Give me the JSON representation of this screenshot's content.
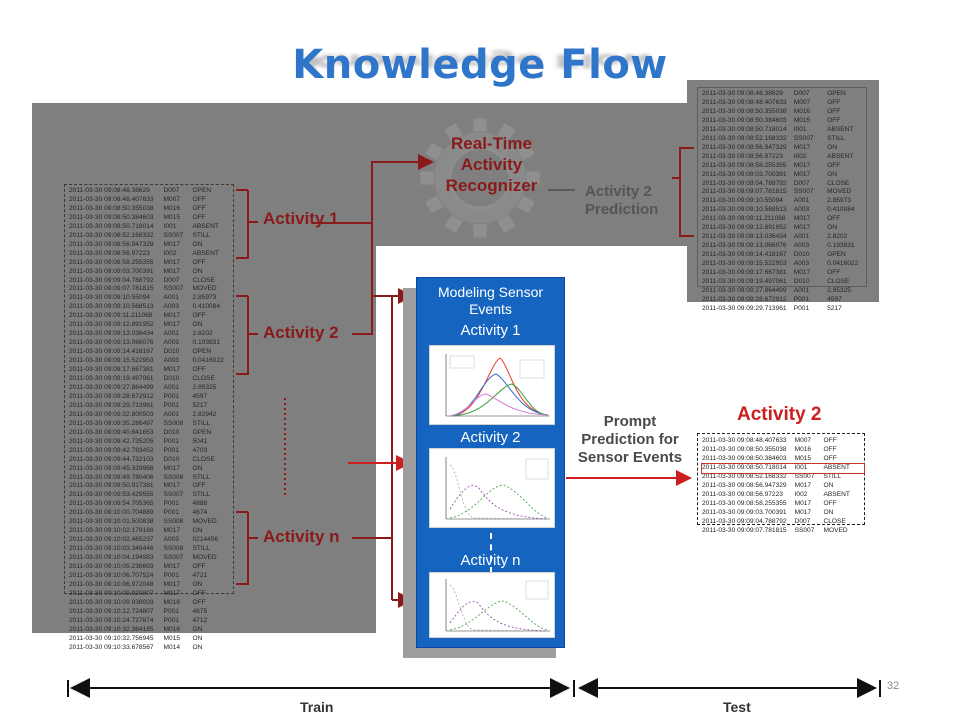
{
  "slide": {
    "title": "Knowledge Flow",
    "page_number": "32"
  },
  "recognizer": {
    "title": "Real-Time Activity Recognizer",
    "lines": [
      "Real-Time",
      "Activity",
      "Recognizer"
    ],
    "prediction_lines": [
      "Activity 2",
      "Prediction"
    ]
  },
  "activities": {
    "a1": "Activity 1",
    "a2": "Activity 2",
    "an": "Activity n"
  },
  "model_panel": {
    "title_lines": [
      "Modeling Sensor",
      "Events"
    ],
    "a1": "Activity 1",
    "a2": "Activity 2",
    "an": "Activity n"
  },
  "prompt": {
    "lines": [
      "Prompt",
      "Prediction for",
      "Sensor Events"
    ]
  },
  "test_result": {
    "label": "Activity 2"
  },
  "timeline": {
    "train": "Train",
    "test": "Test"
  },
  "train_log": [
    [
      "2011-03-30 09:08:48.38629",
      "D007",
      "OPEN"
    ],
    [
      "2011-03-30 09:08:48.407633",
      "M007",
      "OFF"
    ],
    [
      "2011-03-30 09:08:50.355038",
      "M016",
      "OFF"
    ],
    [
      "2011-03-30 09:08:50.384603",
      "M015",
      "OFF"
    ],
    [
      "2011-03-30 09:08:50.718014",
      "I001",
      "ABSENT"
    ],
    [
      "2011-03-30 09:08:52.168332",
      "SS007",
      "STILL"
    ],
    [
      "2011-03-30 09:08:56.947329",
      "M017",
      "ON"
    ],
    [
      "2011-03-30 09:08:56.97223",
      "I002",
      "ABSENT"
    ],
    [
      "2011-03-30 09:08:58.255355",
      "M017",
      "OFF"
    ],
    [
      "2011-03-30 09:09:03.700391",
      "M017",
      "ON"
    ],
    [
      "2011-03-30 09:09:04.788792",
      "D007",
      "CLOSE"
    ],
    [
      "2011-03-30 09:09:07.781815",
      "SS007",
      "MOVED"
    ],
    [
      "2011-03-30 09:09:10.55094",
      "A001",
      "2.85973"
    ],
    [
      "2011-03-30 09:09:10.568513",
      "A003",
      "0.410084"
    ],
    [
      "2011-03-30 09:09:11.211068",
      "M017",
      "OFF"
    ],
    [
      "2011-03-30 09:09:12.891952",
      "M017",
      "ON"
    ],
    [
      "2011-03-30 09:09:13.036434",
      "A001",
      "2.8202"
    ],
    [
      "2011-03-30 09:09:13.066076",
      "A003",
      "0.193831"
    ],
    [
      "2011-03-30 09:09:14.418167",
      "D010",
      "OPEN"
    ],
    [
      "2011-03-30 09:09:15.522953",
      "A003",
      "0.0416022"
    ],
    [
      "2011-03-30 09:09:17.667381",
      "M017",
      "OFF"
    ],
    [
      "2011-03-30 09:09:19.497061",
      "D010",
      "CLOSE"
    ],
    [
      "2011-03-30 09:09:27.864499",
      "A001",
      "2.85325"
    ],
    [
      "2011-03-30 09:09:28.672912",
      "P001",
      "4597"
    ],
    [
      "2011-03-30 09:09:29.713961",
      "P001",
      "5217"
    ],
    [
      "2011-03-30 09:09:32.800503",
      "A001",
      "2.82942"
    ],
    [
      "2011-03-30 09:09:35.286497",
      "SS008",
      "STILL"
    ],
    [
      "2011-03-30 09:09:40.641653",
      "D010",
      "OPEN"
    ],
    [
      "2011-03-30 09:09:42.735205",
      "P001",
      "5041"
    ],
    [
      "2011-03-30 09:09:42.783452",
      "P001",
      "4703"
    ],
    [
      "2011-03-30 09:09:44.732103",
      "D010",
      "CLOSE"
    ],
    [
      "2011-03-30 09:09:45.339968",
      "M017",
      "ON"
    ],
    [
      "2011-03-30 09:09:49.780406",
      "SS008",
      "STILL"
    ],
    [
      "2011-03-30 09:09:50.917381",
      "M017",
      "OFF"
    ],
    [
      "2011-03-30 09:09:53.429555",
      "SS007",
      "STILL"
    ],
    [
      "2011-03-30 09:09:54.705365",
      "P001",
      "4888"
    ],
    [
      "2011-03-30 09:10:00.704889",
      "P001",
      "4674"
    ],
    [
      "2011-03-30 09:10:01.500838",
      "SS008",
      "MOVED"
    ],
    [
      "2011-03-30 09:10:02.179188",
      "M017",
      "ON"
    ],
    [
      "2011-03-30 09:10:02.465237",
      "A003",
      "0214456"
    ],
    [
      "2011-03-30 09:10:03.349446",
      "SS008",
      "STILL"
    ],
    [
      "2011-03-30 09:10:04.194983",
      "SS007",
      "MOVED"
    ],
    [
      "2011-03-30 09:10:05.238693",
      "M017",
      "OFF"
    ],
    [
      "2011-03-30 09:10:06.707524",
      "P001",
      "4721"
    ],
    [
      "2011-03-30 09:10:06.972048",
      "M017",
      "ON"
    ],
    [
      "2011-03-30 09:10:09.920807",
      "M017",
      "OFF"
    ],
    [
      "2011-03-30 09:10:09.938003",
      "M016",
      "OFF"
    ],
    [
      "2011-03-30 09:10:12.724807",
      "P001",
      "4675"
    ],
    [
      "2011-03-30 09:10:24.727874",
      "P001",
      "4712"
    ],
    [
      "2011-03-30 09:10:32.364185",
      "M016",
      "ON"
    ],
    [
      "2011-03-30 09:10:32.756945",
      "M015",
      "ON"
    ],
    [
      "2011-03-30 09:10:33.678567",
      "M014",
      "ON"
    ]
  ],
  "top_log": [
    [
      "2011-03-30 09:08:48.38629",
      "D007",
      "OPEN"
    ],
    [
      "2011-03-30 09:08:48.407633",
      "M007",
      "OFF"
    ],
    [
      "2011-03-30 09:08:50.355038",
      "M016",
      "OFF"
    ],
    [
      "2011-03-30 09:08:50.384603",
      "M015",
      "OFF"
    ],
    [
      "2011-03-30 09:08:50.718014",
      "I001",
      "ABSENT"
    ],
    [
      "2011-03-30 09:08:52.168332",
      "SS007",
      "STILL"
    ],
    [
      "2011-03-30 09:08:56.947329",
      "M017",
      "ON"
    ],
    [
      "2011-03-30 09:08:56.97223",
      "I002",
      "ABSENT"
    ],
    [
      "2011-03-30 09:08:58.255355",
      "M017",
      "OFF"
    ],
    [
      "2011-03-30 09:09:03.700391",
      "M017",
      "ON"
    ],
    [
      "2011-03-30 09:09:04.788792",
      "D007",
      "CLOSE"
    ],
    [
      "2011-03-30 09:09:07.781815",
      "SS007",
      "MOVED"
    ],
    [
      "2011-03-30 09:09:10.55094",
      "A001",
      "2.85973"
    ],
    [
      "2011-03-30 09:09:10.568513",
      "A003",
      "0.410084"
    ],
    [
      "2011-03-30 09:09:11.211068",
      "M017",
      "OFF"
    ],
    [
      "2011-03-30 09:09:12.891952",
      "M017",
      "ON"
    ],
    [
      "2011-03-30 09:09:13.036434",
      "A001",
      "2.8202"
    ],
    [
      "2011-03-30 09:09:13.066076",
      "A003",
      "0.193831"
    ],
    [
      "2011-03-30 09:09:14.418167",
      "D010",
      "OPEN"
    ],
    [
      "2011-03-30 09:09:15.522953",
      "A003",
      "0.0416022"
    ],
    [
      "2011-03-30 09:09:17.667381",
      "M017",
      "OFF"
    ],
    [
      "2011-03-30 09:09:19.497061",
      "D010",
      "CLOSE"
    ],
    [
      "2011-03-30 09:09:27.864499",
      "A001",
      "2.85325"
    ],
    [
      "2011-03-30 09:09:28.672912",
      "P001",
      "4597"
    ],
    [
      "2011-03-30 09:09:29.713961",
      "P001",
      "5217"
    ]
  ],
  "test_log": [
    [
      "2011-03-30 09:08:48.407633",
      "M007",
      "OFF"
    ],
    [
      "2011-03-30 09:08:50.355038",
      "M016",
      "OFF"
    ],
    [
      "2011-03-30 09:08:50.384603",
      "M015",
      "OFF"
    ],
    [
      "2011-03-30 09:08:50.718014",
      "I001",
      "ABSENT"
    ],
    [
      "2011-03-30 09:08:52.168332",
      "SS007",
      "STILL"
    ],
    [
      "2011-03-30 09:08:56.947329",
      "M017",
      "ON"
    ],
    [
      "2011-03-30 09:08:56.97223",
      "I002",
      "ABSENT"
    ],
    [
      "2011-03-30 09:08:58.255355",
      "M017",
      "OFF"
    ],
    [
      "2011-03-30 09:09:03.700391",
      "M017",
      "ON"
    ],
    [
      "2011-03-30 09:09:04.788792",
      "D007",
      "CLOSE"
    ],
    [
      "2011-03-30 09:09:07.781815",
      "SS007",
      "MOVED"
    ]
  ],
  "test_log_highlight_index": 3,
  "colors": {
    "title": "#2f75c9",
    "bracket_red": "#8b1a1a",
    "arrow_red": "#cc1f1f",
    "panel_blue": "#1565c0",
    "gray_overlay": "#7f7f7f"
  }
}
